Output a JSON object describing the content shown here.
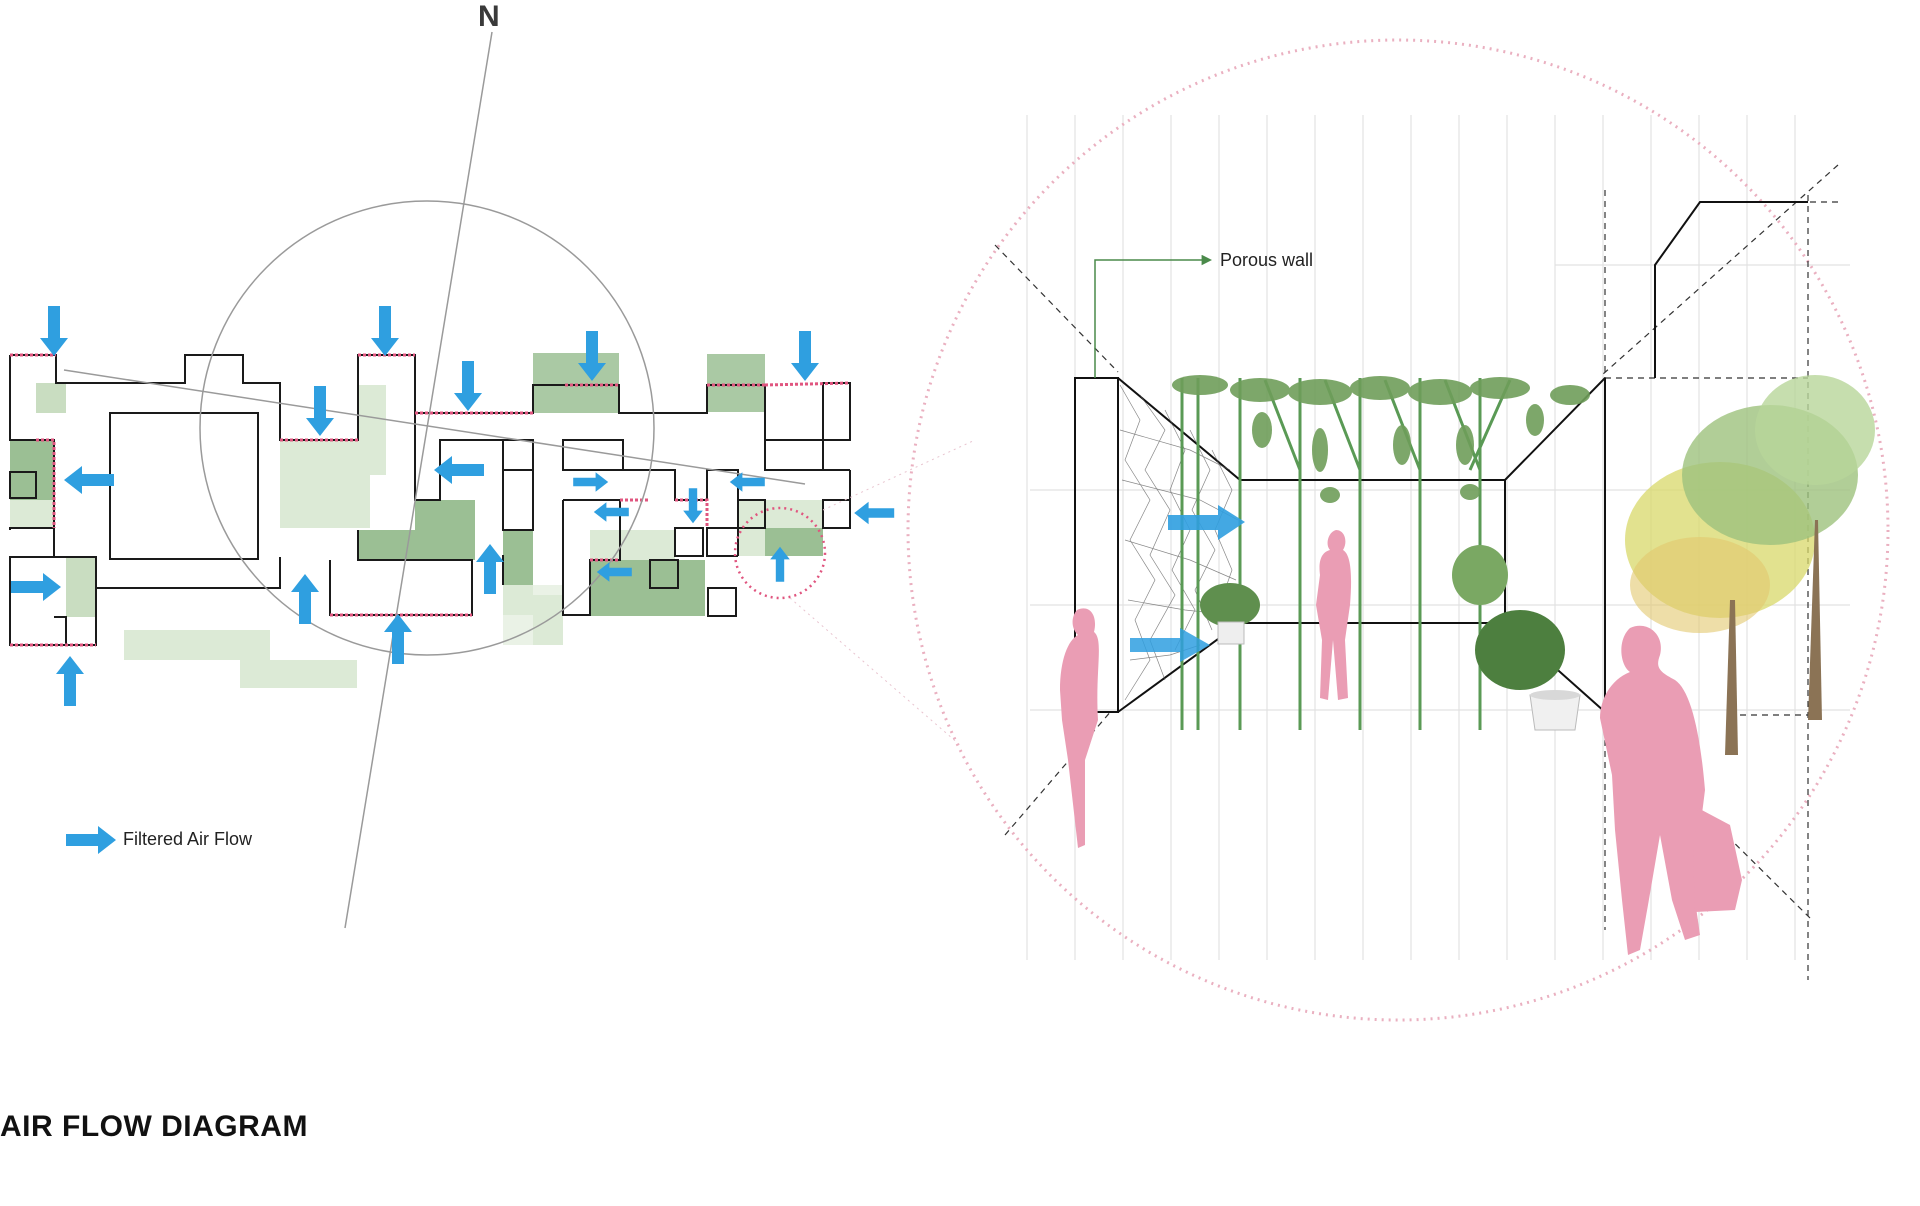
{
  "compass": {
    "label": "N"
  },
  "legend": {
    "label": "Filtered Air Flow",
    "icon": "blue-arrow-icon"
  },
  "callout": {
    "label": "Porous wall"
  },
  "title": "AIR FLOW DIAGRAM",
  "colors": {
    "arrow": "#2f9fe0",
    "pink": "#e8a0b4",
    "pinkWall": "#e0557f",
    "green": "#9bbf94",
    "greenLight": "#dcead6",
    "plant": "#6f9e5a",
    "leafYellow": "#d8d86a",
    "line": "#1a1a1a",
    "grid": "#dddddd"
  }
}
